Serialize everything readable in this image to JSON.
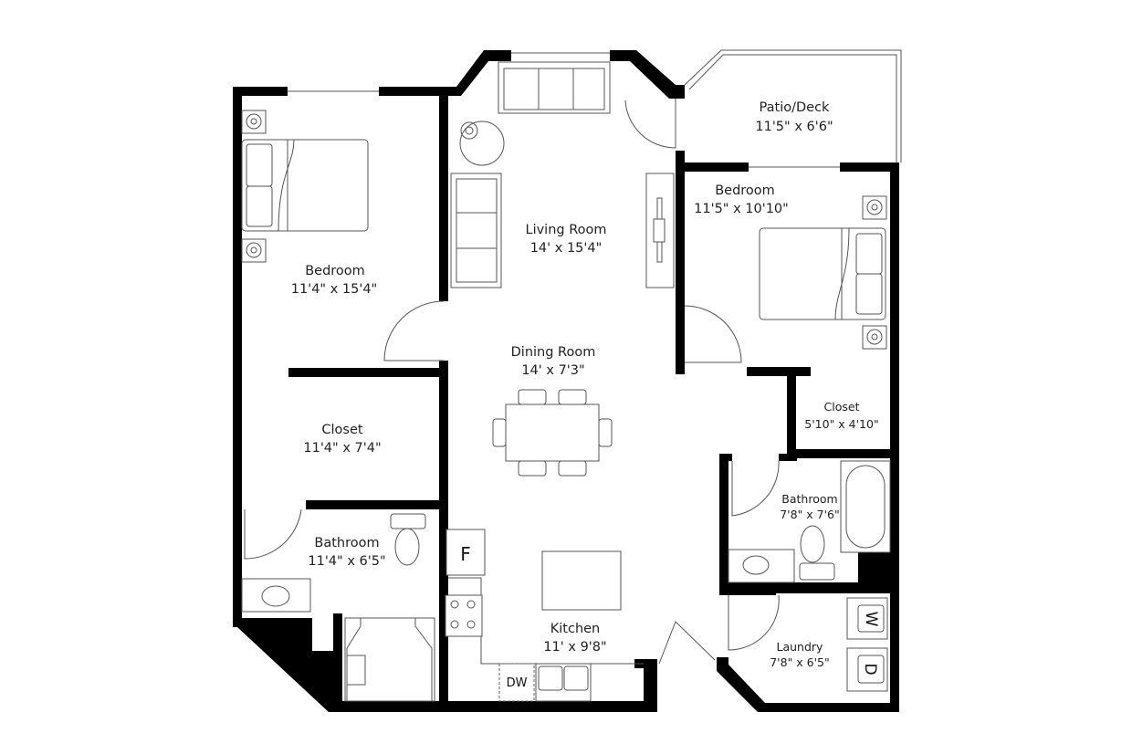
{
  "floorplan": {
    "rooms": [
      {
        "id": "patio",
        "name": "Patio/Deck",
        "dims": "11'5\" x 6'6\""
      },
      {
        "id": "bedroom_right",
        "name": "Bedroom",
        "dims": "11'5\" x 10'10\""
      },
      {
        "id": "living",
        "name": "Living Room",
        "dims": "14' x 15'4\""
      },
      {
        "id": "bedroom_left",
        "name": "Bedroom",
        "dims": "11'4\" x 15'4\""
      },
      {
        "id": "dining",
        "name": "Dining Room",
        "dims": "14' x 7'3\""
      },
      {
        "id": "closet_left",
        "name": "Closet",
        "dims": "11'4\" x 7'4\""
      },
      {
        "id": "closet_right",
        "name": "Closet",
        "dims": "5'10\" x 4'10\""
      },
      {
        "id": "bath_left",
        "name": "Bathroom",
        "dims": "11'4\" x 6'5\""
      },
      {
        "id": "bath_right",
        "name": "Bathroom",
        "dims": "7'8\" x 7'6\""
      },
      {
        "id": "kitchen",
        "name": "Kitchen",
        "dims": "11' x 9'8\""
      },
      {
        "id": "laundry",
        "name": "Laundry",
        "dims": "7'8\" x 6'5\""
      }
    ],
    "appliances": {
      "fridge": "F",
      "dishwasher": "DW",
      "washer": "W",
      "dryer": "D"
    },
    "colors": {
      "wall": "#000000",
      "line": "#555555",
      "background": "#ffffff"
    }
  }
}
